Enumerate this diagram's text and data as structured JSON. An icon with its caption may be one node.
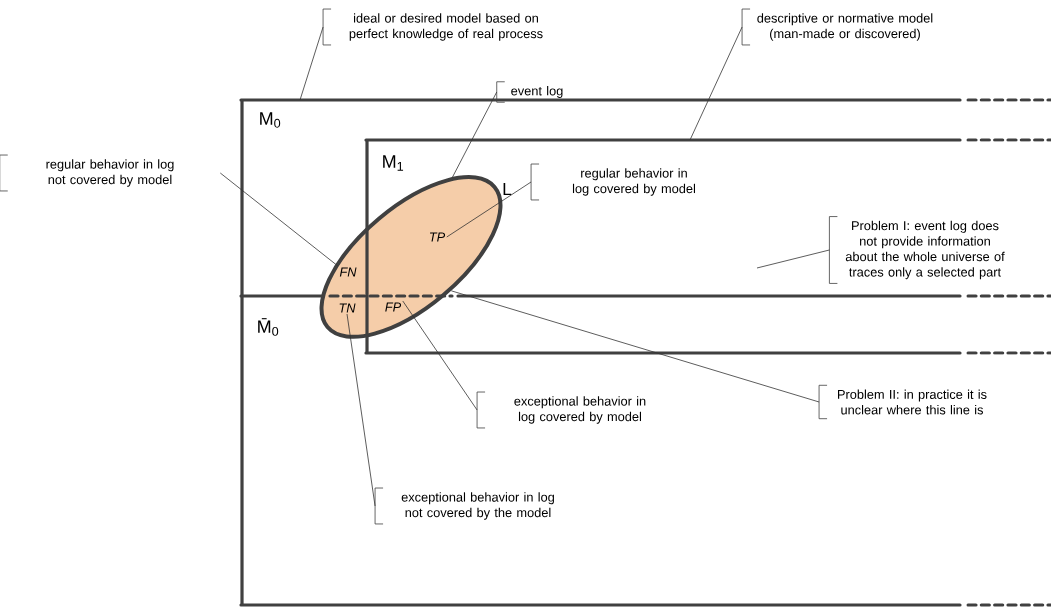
{
  "diagram": {
    "nodes": [
      {
        "text": [
          "ideal or desired model based on perfect knowledge of real process"
        ]
      },
      {
        "text": [
          "descriptive or normative model (man-made or discovered)"
        ]
      },
      {
        "text": [
          "event log"
        ]
      },
      {
        "text": [
          "regular behavior in log not covered by model"
        ]
      },
      {
        "text": [
          "regular behavior in log covered by model"
        ]
      },
      {
        "text": [
          "Problem I: event log does not provide information about the whole universe of traces only a selected part"
        ]
      },
      {
        "text": [
          "Problem II: in practice it is unclear where this line is"
        ]
      },
      {
        "text": [
          "exceptional behavior in log covered by model"
        ]
      },
      {
        "text": [
          "exceptional behavior in log not covered by the model"
        ]
      },
      {
        "text": [],
        "shape": "ellipse",
        "beside": [
          "L"
        ]
      },
      {
        "text": [
          "*FN*"
        ],
        "in": 9
      },
      {
        "text": [
          "*TP*"
        ],
        "in": 9
      },
      {
        "text": [
          "*TN*"
        ],
        "in": 9
      },
      {
        "text": [
          "*FP*"
        ],
        "in": 9
      }
    ],
    "edges": [
      {
        "from": 0,
        "to": null,
        "arrow": "none"
      },
      {
        "from": 1,
        "to": null,
        "arrow": "none"
      },
      {
        "from": 2,
        "to": 9,
        "arrow": "none"
      },
      {
        "from": 3,
        "to": 10,
        "arrow": "none"
      },
      {
        "from": 4,
        "to": 11,
        "arrow": "none"
      },
      {
        "from": 5,
        "to": null,
        "arrow": "none"
      },
      {
        "from": 6,
        "to": 9,
        "arrow": "none"
      },
      {
        "from": 7,
        "to": 13,
        "arrow": "none"
      },
      {
        "from": 8,
        "to": 12,
        "arrow": "none"
      }
    ],
    "labels": [
      "M$_{0}$",
      "M$_{1}$",
      "M̄$_{0}$"
    ]
  }
}
